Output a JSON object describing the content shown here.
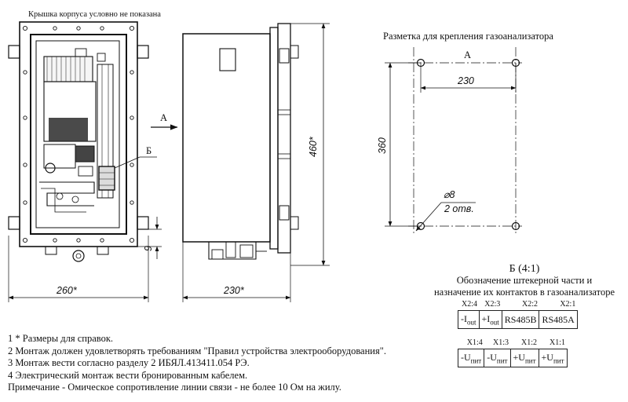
{
  "front_view": {
    "caption": "Крышка корпуса условно не показана",
    "dim_width": "260*",
    "dim_side": "9",
    "label_b": "Б",
    "arrow_label": "А"
  },
  "side_view": {
    "dim_height": "460*",
    "dim_width": "230*"
  },
  "mounting": {
    "title": "Разметка для крепления газоанализатора",
    "view_label": "А",
    "dim_horizontal": "230",
    "dim_vertical": "360",
    "hole_diameter": "⌀8",
    "hole_count": "2 отв."
  },
  "detail": {
    "title": "Б (4:1)",
    "subtitle_line1": "Обозначение штекерной части и",
    "subtitle_line2": "назначение их контактов в газоанализаторе",
    "x2": {
      "headers": [
        "X2:4",
        "X2:3",
        "X2:2",
        "X2:1"
      ],
      "cells": [
        {
          "main": "-I",
          "sub": "out"
        },
        {
          "main": "+I",
          "sub": "out"
        },
        {
          "main": "RS485B",
          "sub": ""
        },
        {
          "main": "RS485A",
          "sub": ""
        }
      ]
    },
    "x1": {
      "headers": [
        "X1:4",
        "X1:3",
        "X1:2",
        "X1:1"
      ],
      "cells": [
        {
          "main": "-U",
          "sub": "пит"
        },
        {
          "main": "-U",
          "sub": "пит"
        },
        {
          "main": "+U",
          "sub": "пит"
        },
        {
          "main": "+U",
          "sub": "пит"
        }
      ]
    }
  },
  "notes": [
    "1 * Размеры для справок.",
    "2  Монтаж должен удовлетворять требованиям \"Правил устройства электрооборудования\".",
    "3 Монтаж вести согласно разделу 2 ИБЯЛ.413411.054 РЭ.",
    "4 Электрический монтаж вести бронированным кабелем.",
    "Примечание - Омическое сопротивление линии связи - не более 10 Ом на жилу."
  ]
}
